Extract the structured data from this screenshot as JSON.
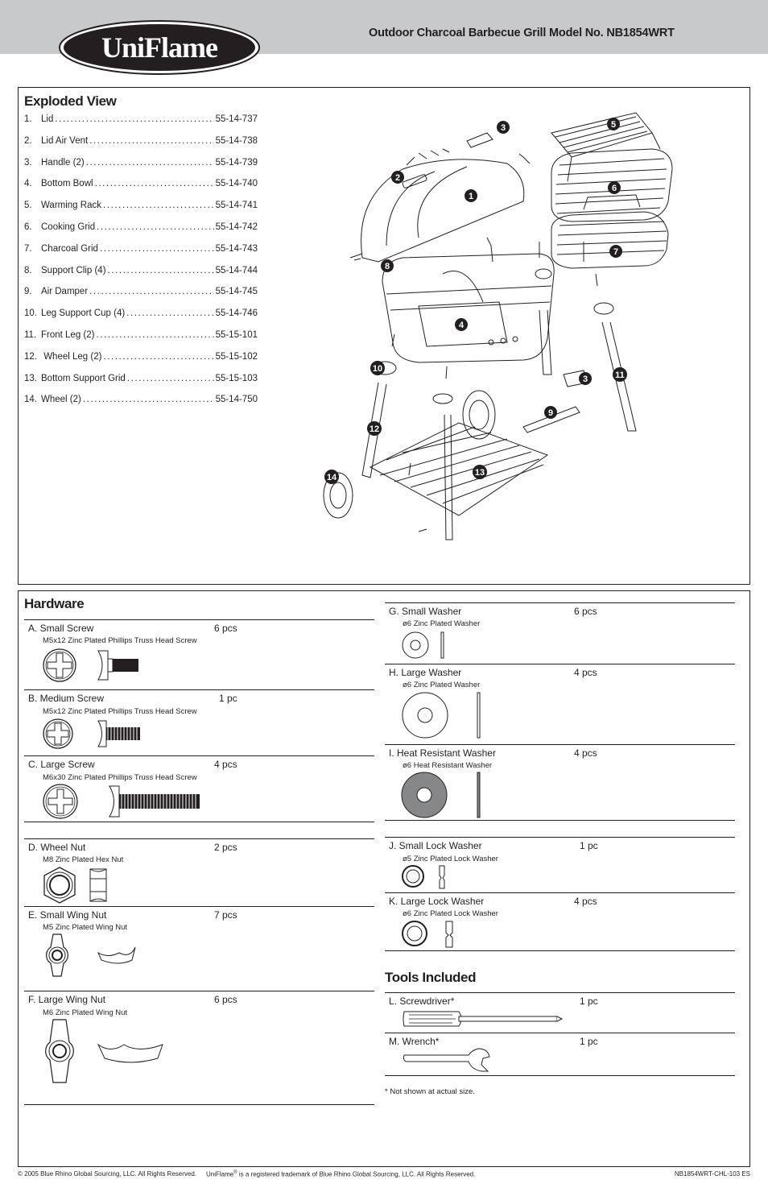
{
  "header": {
    "brand": "UniFlame",
    "title": "Outdoor Charcoal Barbecue Grill Model No. NB1854WRT"
  },
  "exploded_view": {
    "title": "Exploded View",
    "parts": [
      {
        "num": "1.",
        "name": "Lid",
        "code": "55-14-737"
      },
      {
        "num": "2.",
        "name": "Lid Air Vent",
        "code": "55-14-738"
      },
      {
        "num": "3.",
        "name": "Handle (2)",
        "code": "55-14-739"
      },
      {
        "num": "4.",
        "name": "Bottom Bowl",
        "code": "55-14-740"
      },
      {
        "num": "5.",
        "name": "Warming Rack",
        "code": "55-14-741"
      },
      {
        "num": "6.",
        "name": "Cooking Grid",
        "code": "55-14-742"
      },
      {
        "num": "7.",
        "name": "Charcoal Grid",
        "code": "55-14-743"
      },
      {
        "num": "8.",
        "name": "Support Clip (4)",
        "code": "55-14-744"
      },
      {
        "num": "9.",
        "name": "Air Damper",
        "code": "55-14-745"
      },
      {
        "num": "10.",
        "name": "Leg Support Cup (4)",
        "code": "55-14-746"
      },
      {
        "num": "11.",
        "name": "Front Leg (2)",
        "code": "55-15-101"
      },
      {
        "num": "12.",
        "name": " Wheel Leg (2)",
        "code": "55-15-102"
      },
      {
        "num": "13.",
        "name": "Bottom Support Grid",
        "code": "55-15-103"
      },
      {
        "num": "14.",
        "name": "Wheel (2)",
        "code": "55-14-750"
      }
    ],
    "callouts": [
      "1",
      "2",
      "3",
      "3",
      "4",
      "5",
      "6",
      "7",
      "8",
      "9",
      "10",
      "11",
      "12",
      "13",
      "14"
    ]
  },
  "hardware": {
    "title": "Hardware",
    "items": {
      "a": {
        "label": "A.  Small Screw",
        "desc": "M5x12 Zinc Plated Phillips Truss Head Screw",
        "qty": "6 pcs"
      },
      "b": {
        "label": "B.  Medium Screw",
        "desc": "M5x12 Zinc Plated Phillips Truss Head Screw",
        "qty": "1 pc"
      },
      "c": {
        "label": "C.  Large Screw",
        "desc": "M6x30 Zinc Plated Phillips Truss Head Screw",
        "qty": "4 pcs"
      },
      "d": {
        "label": "D.  Wheel Nut",
        "desc": "M8 Zinc Plated Hex Nut",
        "qty": "2 pcs"
      },
      "e": {
        "label": "E.  Small Wing Nut",
        "desc": "M5 Zinc Plated Wing Nut",
        "qty": "7 pcs"
      },
      "f": {
        "label": "F.  Large Wing Nut",
        "desc": "M6 Zinc Plated Wing Nut",
        "qty": "6 pcs"
      },
      "g": {
        "label": "G.  Small Washer",
        "desc": "ø6 Zinc Plated Washer",
        "qty": "6 pcs"
      },
      "h": {
        "label": "H.  Large Washer",
        "desc": "ø6 Zinc Plated Washer",
        "qty": "4 pcs"
      },
      "i": {
        "label": "I.   Heat Resistant Washer",
        "desc": "ø6 Heat Resistant Washer",
        "qty": "4 pcs"
      },
      "j": {
        "label": "J.  Small Lock Washer",
        "desc": "ø5 Zinc Plated Lock Washer",
        "qty": "1 pc"
      },
      "k": {
        "label": "K.  Large Lock Washer",
        "desc": "ø6 Zinc Plated Lock Washer",
        "qty": "4 pcs"
      }
    }
  },
  "tools": {
    "title": "Tools Included",
    "items": {
      "l": {
        "label": "L.  Screwdriver*",
        "qty": "1 pc"
      },
      "m": {
        "label": "M. Wrench*",
        "qty": "1 pc"
      }
    },
    "footnote": "* Not shown at actual size."
  },
  "footer": {
    "copyright": "© 2005 Blue Rhino Global Sourcing, LLC.  All Rights Reserved.",
    "trademark_pre": "UniFlame",
    "trademark_sup": "®",
    "trademark_post": " is a registered trademark of Blue Rhino Global Sourcing, LLC.  All Rights Reserved.",
    "doc_code": "NB1854WRT-CHL-103 ES"
  }
}
